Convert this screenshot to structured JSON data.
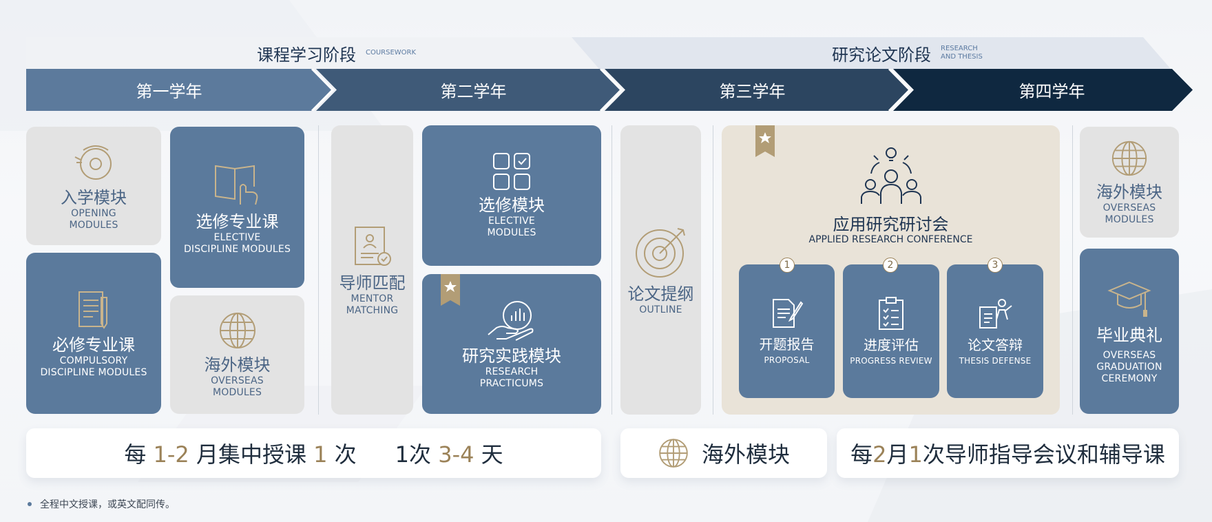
{
  "phases": {
    "coursework_cn": "课程学习阶段",
    "coursework_en": "COURSEWORK",
    "research_cn": "研究论文阶段",
    "research_en_1": "RESEARCH",
    "research_en_2": "AND THESIS"
  },
  "years": [
    "第一学年",
    "第二学年",
    "第三学年",
    "第四学年"
  ],
  "cards": {
    "opening": {
      "cn": "入学模块",
      "en1": "OPENING",
      "en2": "MODULES"
    },
    "elective_discipline": {
      "cn": "选修专业课",
      "en1": "ELECTIVE",
      "en2": "DISCIPLINE MODULES"
    },
    "compulsory": {
      "cn": "必修专业课",
      "en1": "COMPULSORY",
      "en2": "DISCIPLINE MODULES"
    },
    "overseas_y1": {
      "cn": "海外模块",
      "en1": "OVERSEAS",
      "en2": "MODULES"
    },
    "mentor": {
      "cn": "导师匹配",
      "en1": "MENTOR",
      "en2": "MATCHING"
    },
    "elective_modules": {
      "cn": "选修模块",
      "en1": "ELECTIVE",
      "en2": "MODULES"
    },
    "practicum": {
      "cn": "研究实践模块",
      "en1": "RESEARCH",
      "en2": "PRACTICUMS"
    },
    "outline": {
      "cn": "论文提纲",
      "en1": "OUTLINE"
    },
    "conference": {
      "cn": "应用研究研讨会",
      "en1": "APPLIED RESEARCH CONFERENCE"
    },
    "proposal": {
      "num": "1",
      "cn": "开题报告",
      "en1": "PROPOSAL"
    },
    "progress": {
      "num": "2",
      "cn": "进度评估",
      "en1": "PROGRESS REVIEW"
    },
    "defense": {
      "num": "3",
      "cn": "论文答辩",
      "en1": "THESIS DEFENSE"
    },
    "overseas_y4": {
      "cn": "海外模块",
      "en1": "OVERSEAS",
      "en2": "MODULES"
    },
    "graduation": {
      "cn": "毕业典礼",
      "en1": "OVERSEAS",
      "en2": "GRADUATION",
      "en3": "CEREMONY"
    }
  },
  "bottom": {
    "s1_a": "每 ",
    "s1_b": "1-2",
    "s1_c": " 月集中授课 ",
    "s1_d": "1",
    "s1_e": " 次",
    "s2_a": "1次 ",
    "s2_b": "3-4",
    "s2_c": " 天",
    "overseas": "海外模块",
    "mentor_a": "每",
    "mentor_b": "2",
    "mentor_c": "月",
    "mentor_d": "1",
    "mentor_e": "次导师指导会议和辅导课"
  },
  "footnote": "全程中文授课，或英文配同传。",
  "colors": {
    "card_blue": "#5b7a9c",
    "card_grey": "#e3e3e3",
    "card_beige": "#e9e3d8",
    "gold": "#b29d76",
    "navy": "#0f2840"
  }
}
